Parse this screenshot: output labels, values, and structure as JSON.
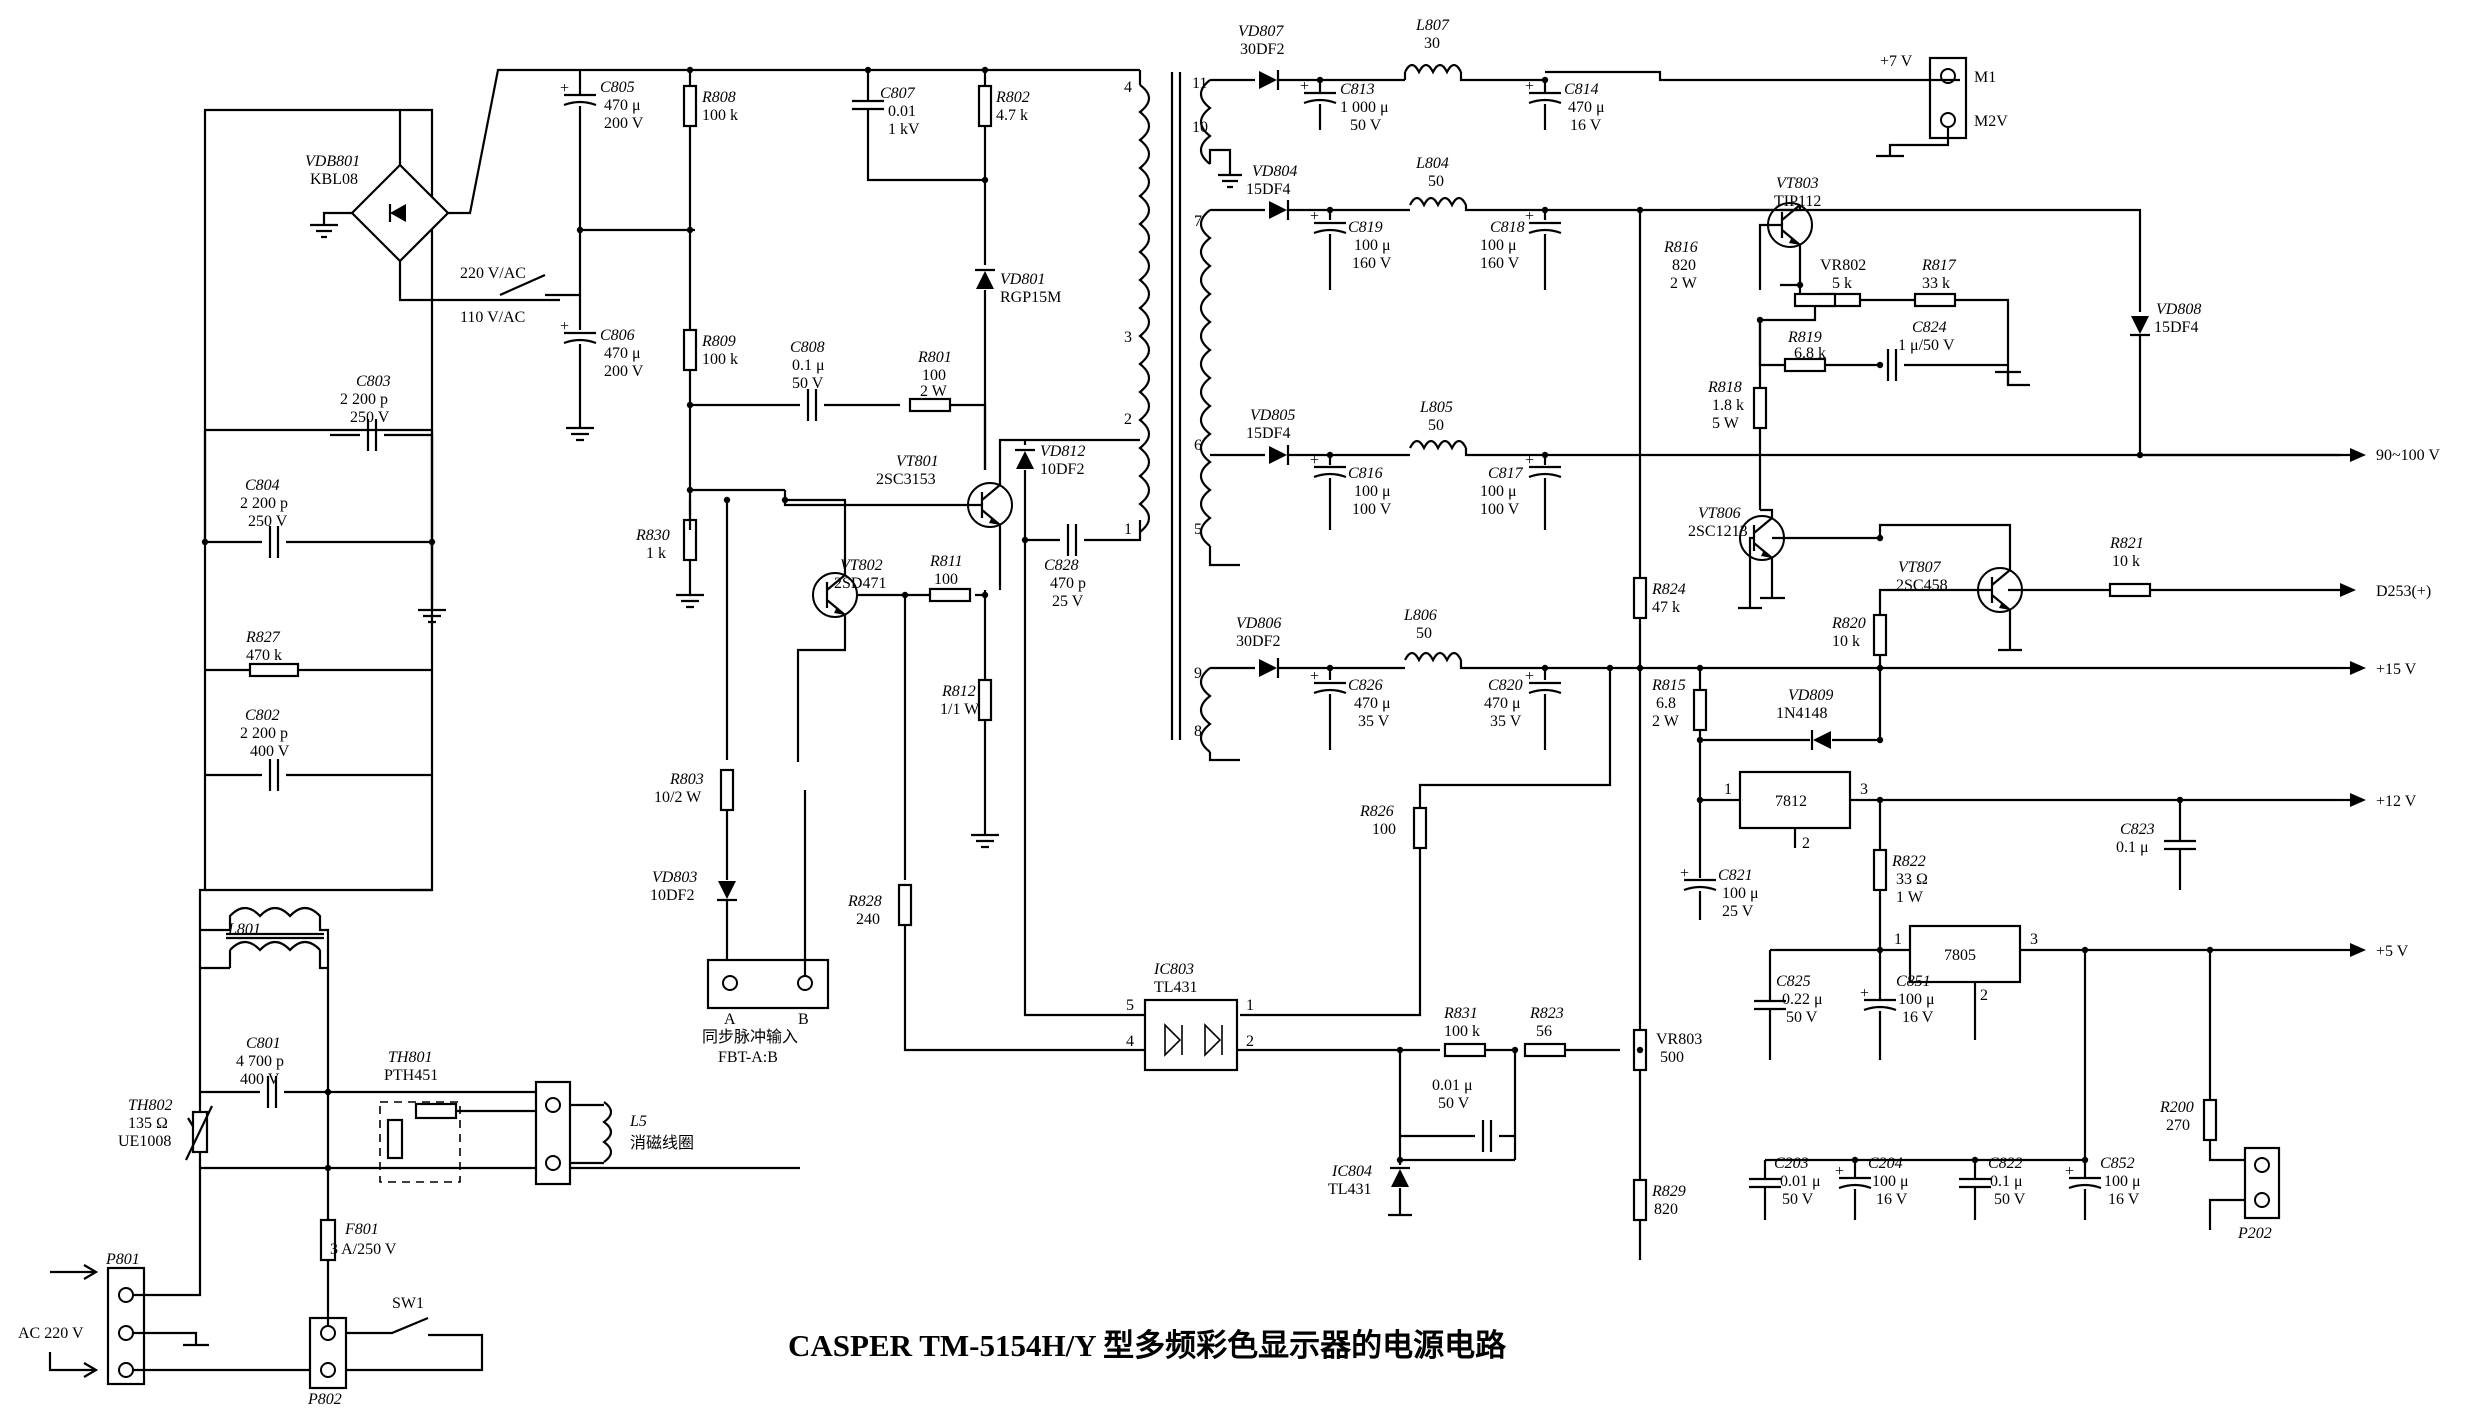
{
  "caption": "CASPER TM-5154H/Y 型多频彩色显示器的电源电路",
  "ac_input": {
    "label": "AC 220 V",
    "connector": "P801",
    "switch_connector": "P802",
    "switch": "SW1"
  },
  "components": {
    "vdb801": [
      "VDB801",
      "KBL08"
    ],
    "c805": [
      "C805",
      "470 μ",
      "200 V"
    ],
    "c806": [
      "C806",
      "470 μ",
      "200 V"
    ],
    "r808": [
      "R808",
      "100 k"
    ],
    "r809": [
      "R809",
      "100 k"
    ],
    "c807": [
      "C807",
      "0.01",
      "1 kV"
    ],
    "r802": [
      "R802",
      "4.7 k"
    ],
    "vd801": [
      "VD801",
      "RGP15M"
    ],
    "c808": [
      "C808",
      "0.1 μ",
      "50 V"
    ],
    "r801": [
      "R801",
      "100",
      "2 W"
    ],
    "vt801": [
      "VT801",
      "2SC3153"
    ],
    "vd812": [
      "VD812",
      "10DF2"
    ],
    "c828": [
      "C828",
      "470 p",
      "25 V"
    ],
    "r830": [
      "R830",
      "1 k"
    ],
    "vt802": [
      "VT802",
      "2SD471"
    ],
    "r811": [
      "R811",
      "100"
    ],
    "r812": [
      "R812",
      "1/1 W"
    ],
    "r803": [
      "R803",
      "10/2 W"
    ],
    "vd803": [
      "VD803",
      "10DF2"
    ],
    "r828": [
      "R828",
      "240"
    ],
    "c803": [
      "C803",
      "2 200 p",
      "250 V"
    ],
    "c804": [
      "C804",
      "2 200 p",
      "250 V"
    ],
    "r827": [
      "R827",
      "470 k"
    ],
    "c802": [
      "C802",
      "2 200 p",
      "400 V"
    ],
    "l801": [
      "L801"
    ],
    "c801": [
      "C801",
      "4 700 p",
      "400 V"
    ],
    "th802": [
      "TH802",
      "135 Ω",
      "UE1008"
    ],
    "th801": [
      "TH801",
      "PTH451"
    ],
    "f801": [
      "F801",
      "3 A/250 V"
    ],
    "l5": [
      "L5",
      "消磁线圈"
    ],
    "vd807": [
      "VD807",
      "30DF2"
    ],
    "l807": [
      "L807",
      "30"
    ],
    "c813": [
      "C813",
      "1 000 μ",
      "50 V"
    ],
    "c814": [
      "C814",
      "470 μ",
      "16 V"
    ],
    "vd804": [
      "VD804",
      "15DF4"
    ],
    "l804": [
      "L804",
      "50"
    ],
    "c819": [
      "C819",
      "100 μ",
      "160 V"
    ],
    "c818": [
      "C818",
      "100 μ",
      "160 V"
    ],
    "vt803": [
      "VT803",
      "TIP112"
    ],
    "r816": [
      "R816",
      "820",
      "2 W"
    ],
    "vr802": [
      "VR802",
      "5 k"
    ],
    "r817": [
      "R817",
      "33 k"
    ],
    "r819": [
      "R819",
      "6.8 k"
    ],
    "c824": [
      "C824",
      "1 μ/50 V"
    ],
    "r818": [
      "R818",
      "1.8 k",
      "5 W"
    ],
    "vd808": [
      "VD808",
      "15DF4"
    ],
    "vd805": [
      "VD805",
      "15DF4"
    ],
    "l805": [
      "L805",
      "50"
    ],
    "c816": [
      "C816",
      "100 μ",
      "100 V"
    ],
    "c817": [
      "C817",
      "100 μ",
      "100 V"
    ],
    "vt806": [
      "VT806",
      "2SC1213"
    ],
    "vt807": [
      "VT807",
      "2SC458"
    ],
    "r821": [
      "R821",
      "10 k"
    ],
    "r820": [
      "R820",
      "10 k"
    ],
    "r824": [
      "R824",
      "47 k"
    ],
    "vd806": [
      "VD806",
      "30DF2"
    ],
    "l806": [
      "L806",
      "50"
    ],
    "c826": [
      "C826",
      "470 μ",
      "35 V"
    ],
    "c820": [
      "C820",
      "470 μ",
      "35 V"
    ],
    "r815": [
      "R815",
      "6.8",
      "2 W"
    ],
    "vd809": [
      "VD809",
      "1N4148"
    ],
    "u7812": [
      "7812"
    ],
    "c821": [
      "C821",
      "100 μ",
      "25 V"
    ],
    "c823": [
      "C823",
      "0.1 μ"
    ],
    "r822": [
      "R822",
      "33 Ω",
      "1 W"
    ],
    "u7805": [
      "7805"
    ],
    "c825": [
      "C825",
      "0.22 μ",
      "50 V"
    ],
    "c851": [
      "C851",
      "100 μ",
      "16 V"
    ],
    "r826": [
      "R826",
      "100"
    ],
    "ic803": [
      "IC803",
      "TL431"
    ],
    "r831": [
      "R831",
      "100 k"
    ],
    "r823": [
      "R823",
      "56"
    ],
    "vr803": [
      "VR803",
      "500"
    ],
    "c_fb": [
      "0.01 μ",
      "50 V"
    ],
    "ic804": [
      "IC804",
      "TL431"
    ],
    "r829": [
      "R829",
      "820"
    ],
    "c203": [
      "C203",
      "0.01 μ",
      "50 V"
    ],
    "c204": [
      "C204",
      "100 μ",
      "16 V"
    ],
    "c822": [
      "C822",
      "0.1 μ",
      "50 V"
    ],
    "c852": [
      "C852",
      "100 μ",
      "16 V"
    ],
    "r200": [
      "R200",
      "270"
    ],
    "p202": [
      "P202"
    ]
  },
  "switch_labels": {
    "v220": "220 V/AC",
    "v110": "110 V/AC"
  },
  "sync_input": {
    "pin_a": "A",
    "pin_b": "B",
    "title": "同步脉冲输入",
    "sub": "FBT-A:B"
  },
  "motor": {
    "m1": "M1",
    "m2": "M2V"
  },
  "pin_numbers": {
    "ic803": [
      "5",
      "4",
      "1",
      "2"
    ],
    "u7812": [
      "1",
      "2",
      "3"
    ],
    "u7805": [
      "1",
      "2",
      "3"
    ]
  },
  "transformer_pins": {
    "primary": [
      "4",
      "3",
      "2",
      "1"
    ],
    "secondary": [
      "11",
      "10",
      "7",
      "6",
      "5",
      "9",
      "8"
    ]
  },
  "outputs": {
    "v7": "+7 V",
    "v90": "90~100 V",
    "d253": "D253(+)",
    "v15": "+15 V",
    "v12": "+12 V",
    "v5": "+5 V"
  }
}
